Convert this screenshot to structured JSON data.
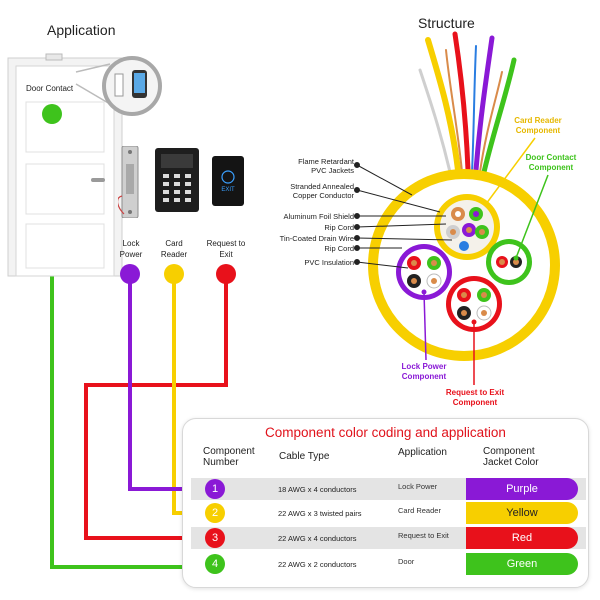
{
  "application": {
    "title": "Application",
    "door_contact_label": "Door Contact",
    "devices": [
      {
        "label": "Lock Power"
      },
      {
        "label": "Card Reader"
      },
      {
        "label": "Request to Exit"
      }
    ],
    "exit_button_text": "EXIT"
  },
  "structure": {
    "title": "Structure",
    "left_labels": [
      "Flame Retardant PVC Jackets",
      "Stranded Annealed Copper Conductor",
      "Aluminum Foil Shield",
      "Rip Cord",
      "Tin-Coated Drain Wire",
      "Rip Cord",
      "PVC Insulation"
    ],
    "callouts": {
      "card_reader": "Card Reader Component",
      "door_contact": "Door Contact Component",
      "lock_power": "Lock Power Component",
      "request_to_exit": "Request to Exit Component"
    }
  },
  "table": {
    "title": "Component color coding and application",
    "headers": {
      "component_number": "Component Number",
      "cable_type": "Cable Type",
      "application": "Application",
      "jacket_color": "Component Jacket Color"
    },
    "rows": [
      {
        "number": "1",
        "cable_type": "18 AWG x 4 conductors",
        "application": "Lock Power",
        "color_name": "Purple",
        "color": "#8a19d6"
      },
      {
        "number": "2",
        "cable_type": "22 AWG x 3 twisted pairs",
        "application": "Card Reader",
        "color_name": "Yellow",
        "color": "#f7cf00"
      },
      {
        "number": "3",
        "cable_type": "22 AWG x 4 conductors",
        "application": "Request to Exit",
        "color_name": "Red",
        "color": "#e8111b"
      },
      {
        "number": "4",
        "cable_type": "22 AWG x 2 conductors",
        "application": "Door",
        "color_name": "Green",
        "color": "#3ec31c"
      }
    ]
  },
  "colors": {
    "purple": "#8a19d6",
    "yellow": "#f7cf00",
    "red": "#e8111b",
    "green": "#3ec31c",
    "title_red": "#e0121b"
  }
}
